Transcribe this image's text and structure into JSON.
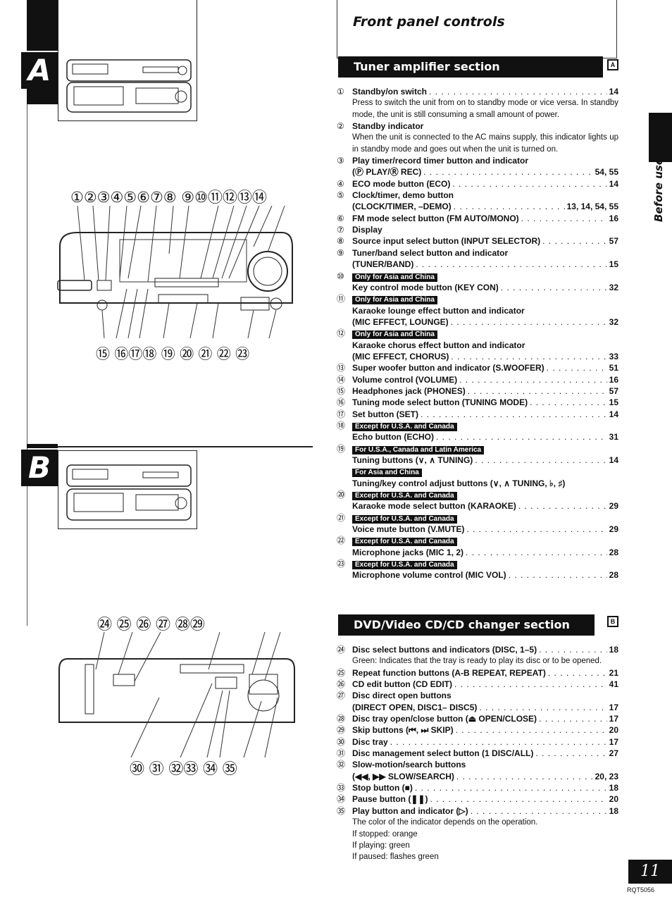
{
  "title": "Front panel controls",
  "side_label": "Before use",
  "page_number": "11",
  "doc_code": "RQT5056",
  "section_a": {
    "letter": "A",
    "heading": "Tuner amplifier section",
    "tag": "A",
    "callouts_top": "①②③④⑤⑥⑦⑧ ⑨⑩⑪⑫⑬⑭",
    "callouts_bottom": "⑮ ⑯⑰⑱ ⑲ ⑳ ㉑ ㉒ ㉓",
    "items": [
      {
        "num": "①",
        "label": "Standby/on switch",
        "page": "14",
        "desc": "Press to switch the unit from on to standby mode or vice versa. In standby mode, the unit is still consuming a small amount of power."
      },
      {
        "num": "②",
        "label": "Standby indicator",
        "desc": "When the unit is connected to the AC mains supply, this indicator lights up in standby mode and goes out when the unit is turned on."
      },
      {
        "num": "③",
        "label": "Play timer/record timer button and indicator",
        "label2": "(Ⓟ PLAY/Ⓡ REC)",
        "page": "54, 55"
      },
      {
        "num": "④",
        "label": "ECO mode button (ECO)",
        "page": "14"
      },
      {
        "num": "⑤",
        "label": "Clock/timer, demo button",
        "label2": "(CLOCK/TIMER, –DEMO)",
        "page": "13, 14, 54, 55"
      },
      {
        "num": "⑥",
        "label": "FM mode select button (FM AUTO/MONO)",
        "page": "16"
      },
      {
        "num": "⑦",
        "label": "Display"
      },
      {
        "num": "⑧",
        "label": "Source input select button (INPUT SELECTOR)",
        "page": "57"
      },
      {
        "num": "⑨",
        "label": "Tuner/band select button and indicator",
        "label2": "(TUNER/BAND)",
        "page": "15"
      },
      {
        "num": "⑩",
        "badge": "Only for Asia and China",
        "label": "Key control mode button (KEY CON)",
        "page": "32"
      },
      {
        "num": "⑪",
        "badge": "Only for Asia and China",
        "label": "Karaoke lounge effect button and indicator",
        "label2": "(MIC EFFECT, LOUNGE)",
        "page": "32"
      },
      {
        "num": "⑫",
        "badge": "Only for Asia and China",
        "label": "Karaoke chorus effect button and indicator",
        "label2": "(MIC EFFECT, CHORUS)",
        "page": "33"
      },
      {
        "num": "⑬",
        "label": "Super woofer button and indicator (S.WOOFER)",
        "page": "51"
      },
      {
        "num": "⑭",
        "label": "Volume control (VOLUME)",
        "page": "16"
      },
      {
        "num": "⑮",
        "label": "Headphones jack (PHONES)",
        "page": "57"
      },
      {
        "num": "⑯",
        "label": "Tuning mode select button (TUNING MODE)",
        "page": "15"
      },
      {
        "num": "⑰",
        "label": "Set button (SET)",
        "page": "14"
      },
      {
        "num": "⑱",
        "badge": "Except for U.S.A. and Canada",
        "label": "Echo button (ECHO)",
        "page": "31"
      },
      {
        "num": "⑲",
        "badge": "For U.S.A., Canada and Latin America",
        "label": "Tuning buttons (∨, ∧ TUNING)",
        "page": "14",
        "badge2": "For Asia and China",
        "label3": "Tuning/key control adjust buttons (∨, ∧ TUNING, ♭, ♯)"
      },
      {
        "num": "⑳",
        "badge": "Except for U.S.A. and Canada",
        "label": "Karaoke mode select button (KARAOKE)",
        "page": "29"
      },
      {
        "num": "㉑",
        "badge": "Except for U.S.A. and Canada",
        "label": "Voice mute button (V.MUTE)",
        "page": "29"
      },
      {
        "num": "㉒",
        "badge": "Except for U.S.A. and Canada",
        "label": "Microphone jacks (MIC 1, 2)",
        "page": "28"
      },
      {
        "num": "㉓",
        "badge": "Except for U.S.A. and Canada",
        "label": "Microphone volume control (MIC VOL)",
        "page": "28"
      }
    ]
  },
  "section_b": {
    "letter": "B",
    "heading": "DVD/Video CD/CD changer section",
    "tag": "B",
    "callouts_top": "㉔ ㉕ ㉖ ㉗ ㉘㉙",
    "callouts_bottom": "㉚ ㉛ ㉜㉝ ㉞ ㉟",
    "items": [
      {
        "num": "㉔",
        "label": "Disc select buttons and indicators (DISC, 1–5)",
        "page": "18",
        "desc": "Green: Indicates that the tray is ready to play its disc or to be opened."
      },
      {
        "num": "㉕",
        "label": "Repeat function buttons (A-B REPEAT, REPEAT)",
        "page": "21"
      },
      {
        "num": "㉖",
        "label": "CD edit button (CD EDIT)",
        "page": "41"
      },
      {
        "num": "㉗",
        "label": "Disc direct open buttons",
        "label2": "(DIRECT OPEN, DISC1– DISC5)",
        "page": "17"
      },
      {
        "num": "㉘",
        "label": "Disc tray open/close button (⏏ OPEN/CLOSE)",
        "page": "17"
      },
      {
        "num": "㉙",
        "label": "Skip buttons (⏮, ⏭ SKIP)",
        "page": "20"
      },
      {
        "num": "㉚",
        "label": "Disc tray",
        "page": "17"
      },
      {
        "num": "㉛",
        "label": "Disc management select button (1 DISC/ALL)",
        "page": "27"
      },
      {
        "num": "㉜",
        "label": "Slow-motion/search buttons",
        "label2": "(◀◀, ▶▶ SLOW/SEARCH)",
        "page": "20, 23"
      },
      {
        "num": "㉝",
        "label": "Stop button (■)",
        "page": "18"
      },
      {
        "num": "㉞",
        "label": "Pause button (❚❚)",
        "page": "20"
      },
      {
        "num": "㉟",
        "label": "Play button and indicator (▷)",
        "page": "18",
        "desc": "The color of the indicator depends on the operation.",
        "desc_lines": [
          "If stopped: orange",
          "If playing: green",
          "If paused: flashes green"
        ]
      }
    ]
  }
}
